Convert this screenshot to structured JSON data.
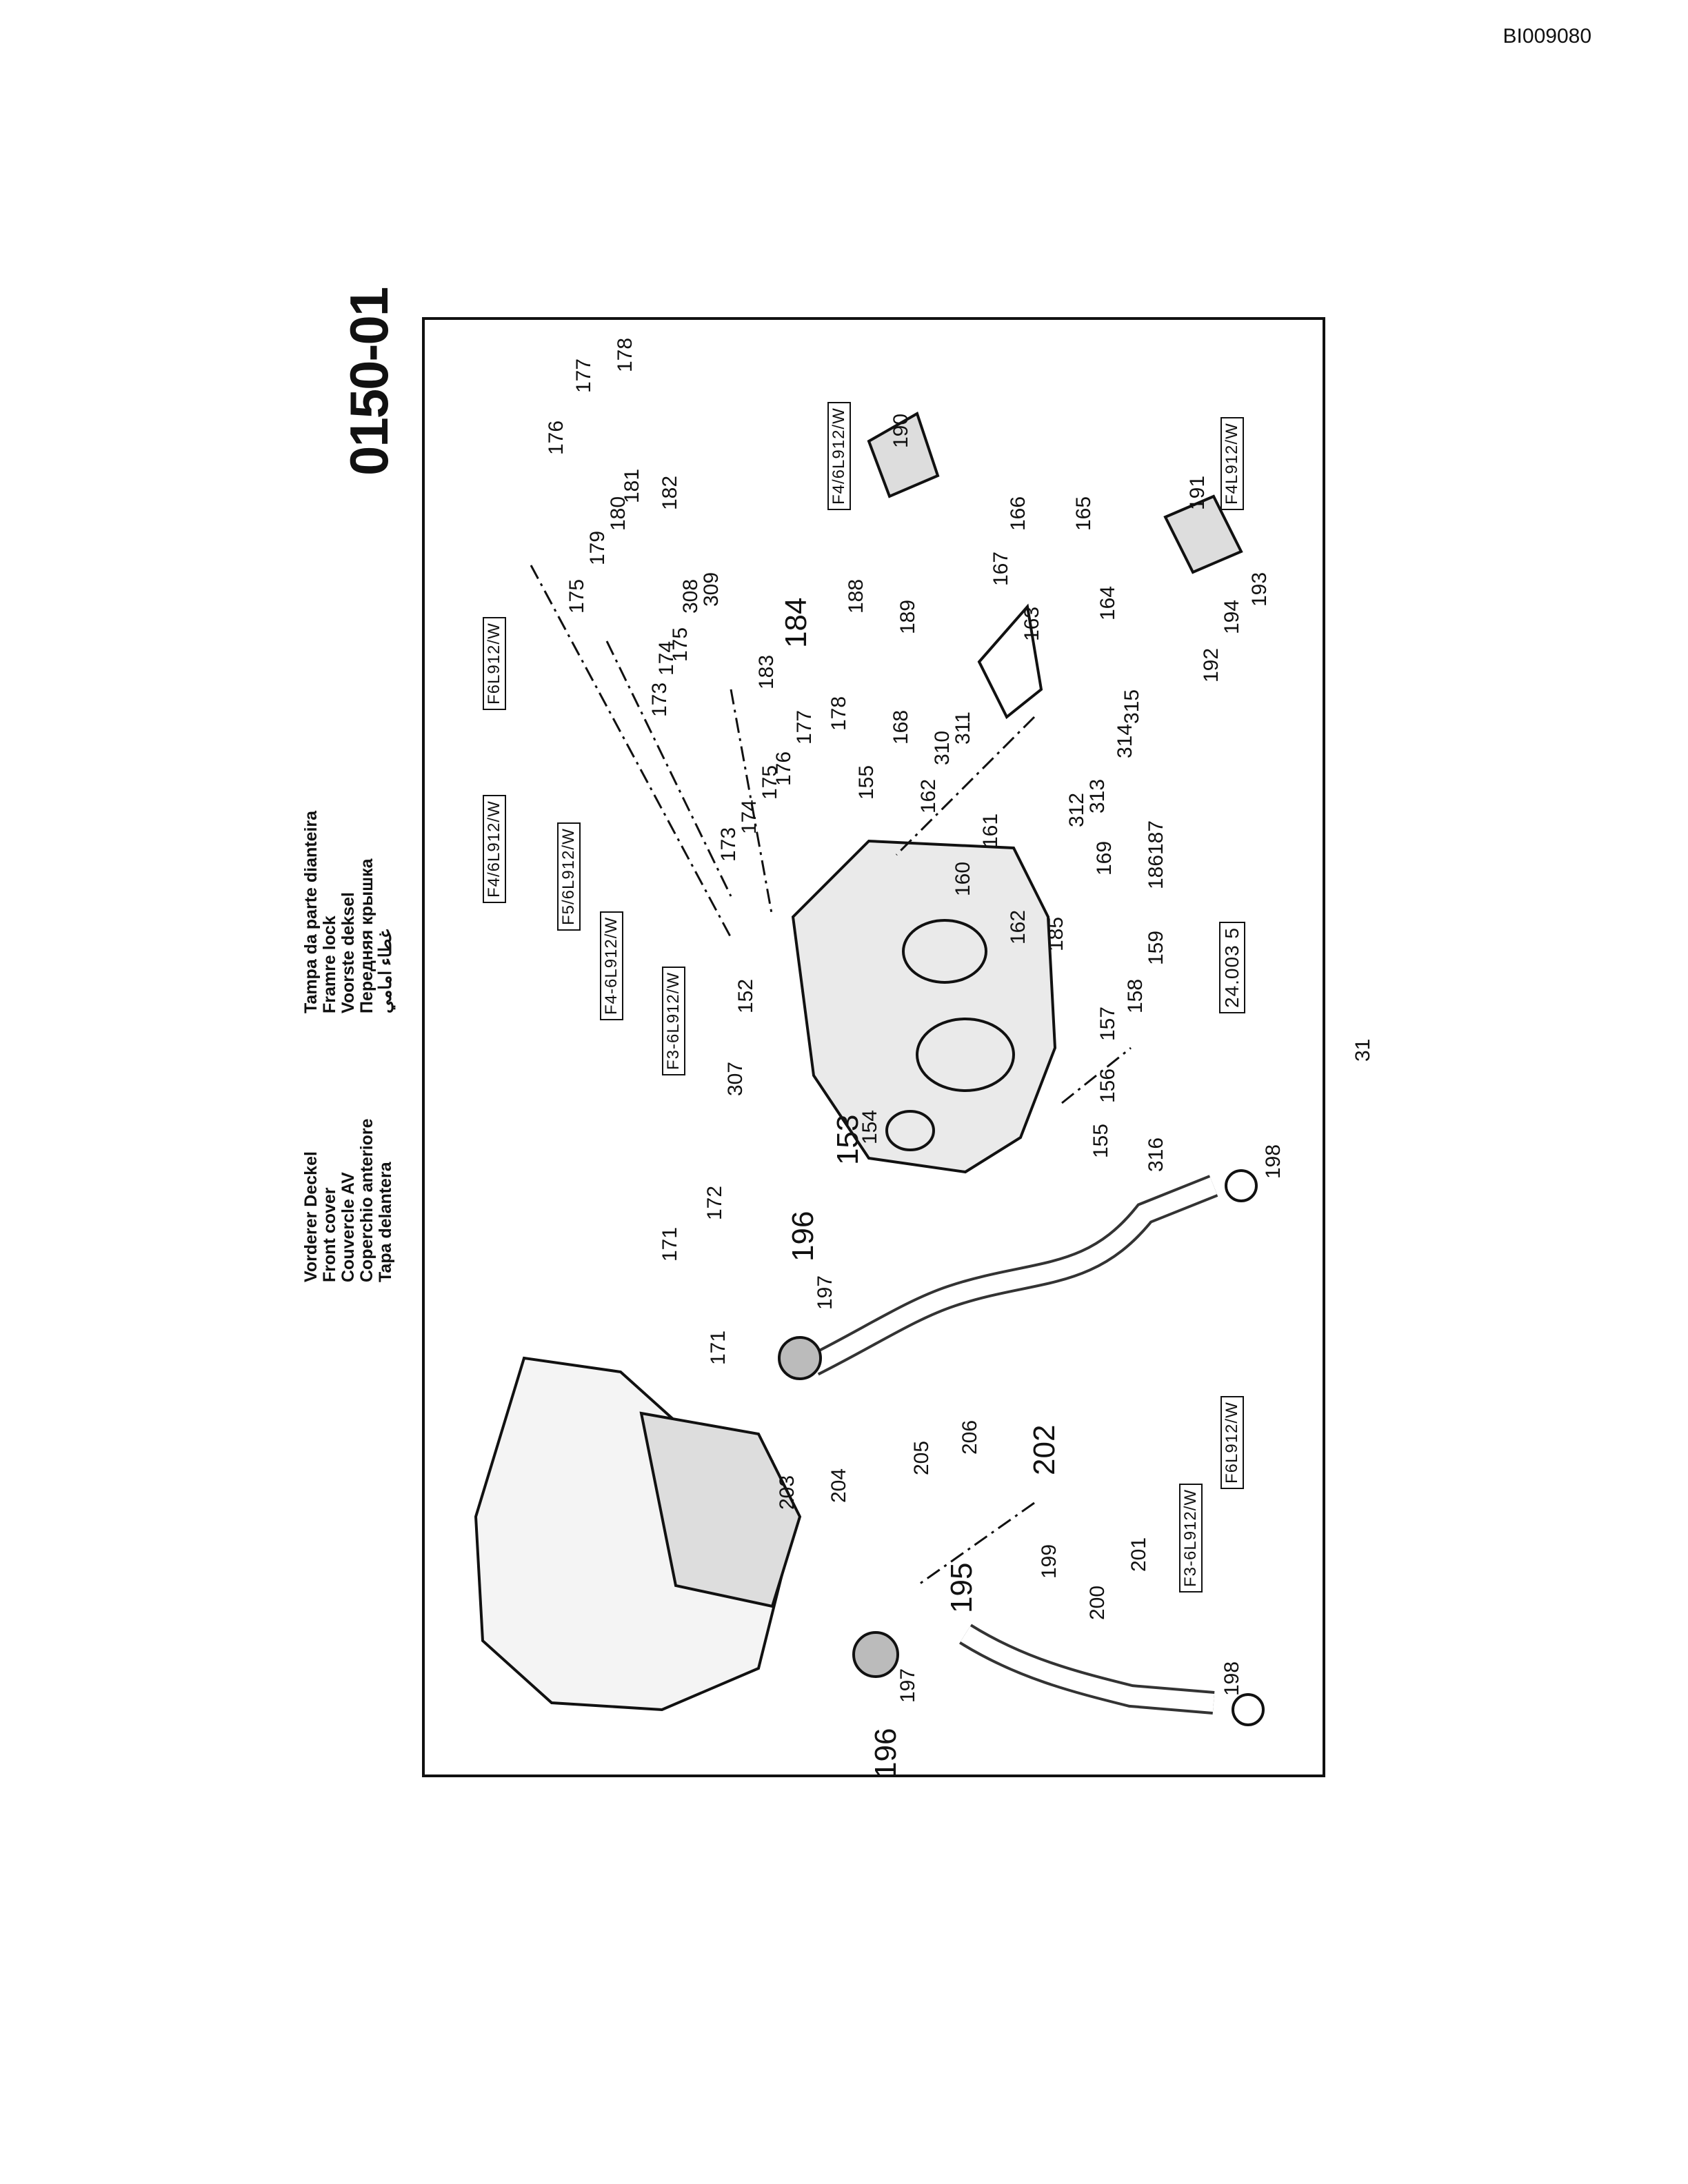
{
  "document_code": "BI009080",
  "figure_number": "0150-01",
  "titles_left": [
    "Vorderer Deckel",
    "Front cover",
    "Couvercle AV",
    "Coperchio anteriore",
    "Tapa delantera"
  ],
  "titles_right": [
    "Tampa da parte dianteira",
    "Framre lock",
    "Voorste deksel",
    "Передняя крышка",
    "غطاء امامي"
  ],
  "reference_box": "24.003 5",
  "page_number": "31",
  "engine_labels": [
    "F6L912/W",
    "F4/6L912/W",
    "F5/6L912/W",
    "F4-6L912/W",
    "F3-6L912/W",
    "F4/6L912/W",
    "F4L912/W",
    "F6L912/W",
    "F3-6L912/W"
  ],
  "callouts": [
    "152",
    "153",
    "154",
    "155",
    "155",
    "156",
    "157",
    "158",
    "159",
    "160",
    "161",
    "162",
    "162",
    "163",
    "164",
    "165",
    "166",
    "167",
    "168",
    "169",
    "171",
    "171",
    "172",
    "173",
    "173",
    "174",
    "174",
    "175",
    "175",
    "175",
    "176",
    "176",
    "177",
    "177",
    "178",
    "178",
    "179",
    "180",
    "181",
    "182",
    "183",
    "184",
    "185",
    "186",
    "187",
    "188",
    "189",
    "190",
    "191",
    "192",
    "193",
    "194",
    "195",
    "196",
    "196",
    "197",
    "197",
    "198",
    "198",
    "199",
    "200",
    "201",
    "202",
    "203",
    "204",
    "205",
    "206",
    "307",
    "308",
    "309",
    "310",
    "311",
    "312",
    "313",
    "314",
    "315",
    "316"
  ]
}
